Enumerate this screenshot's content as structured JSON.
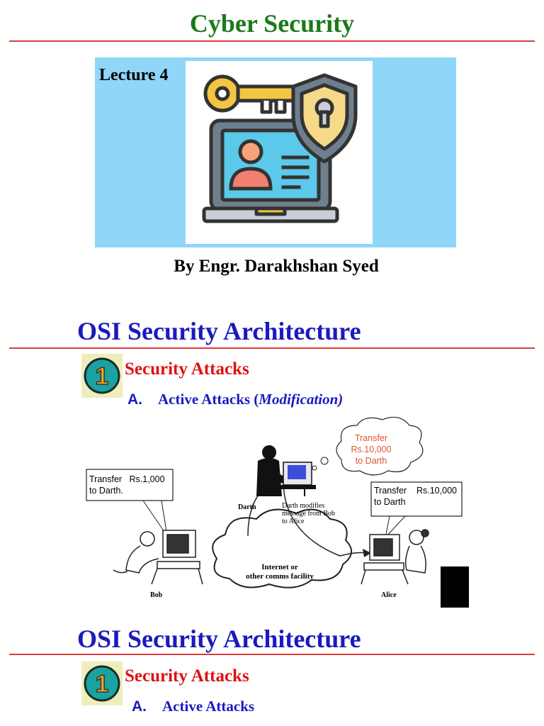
{
  "slide1": {
    "title": "Cyber Security",
    "lecture": "Lecture 4",
    "byline": "By Engr. Darakhshan Syed"
  },
  "slide2": {
    "heading": "OSI Security Architecture",
    "badge_number": "1",
    "subheading": "Security Attacks",
    "item_letter": "A.",
    "item_text": "Active Attacks (",
    "item_italic": "Modification)",
    "diagram": {
      "bob_message": [
        "Transfer",
        "Rs.1,000",
        "to Darth."
      ],
      "alice_message": [
        "Transfer",
        "Rs.10,000",
        "to Darth"
      ],
      "darth_thought": [
        "Transfer",
        "Rs.10,000",
        "to Darth"
      ],
      "darth_label": "Darth",
      "darth_note": [
        "Darth modifies",
        "message from Bob",
        "to Alice"
      ],
      "network_label": [
        "Internet or",
        "other comms facility"
      ],
      "bob_label": "Bob",
      "alice_label": "Alice"
    }
  },
  "slide3": {
    "heading": "OSI Security Architecture",
    "badge_number": "1",
    "subheading": "Security Attacks",
    "item_letter": "A.",
    "item_text": "Active Attacks"
  },
  "colors": {
    "title_green": "#1a7a1a",
    "heading_blue": "#1a1ac0",
    "accent_red": "#e01010",
    "rule_red": "#e23a3a",
    "banner_blue": "#8fd6f8",
    "badge_teal": "#1aa3a0",
    "badge_gold": "#f4a81c"
  }
}
